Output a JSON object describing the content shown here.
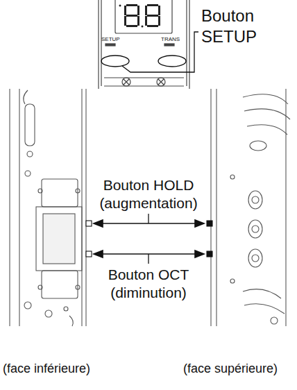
{
  "diagram": {
    "labels": [
      "Bouton SETUP",
      "SETUP",
      "TRANS",
      "Bouton HOLD (augmentation)",
      "Bouton OCT (diminution)",
      "(face inférieure)",
      "(face supérieure)"
    ]
  }
}
